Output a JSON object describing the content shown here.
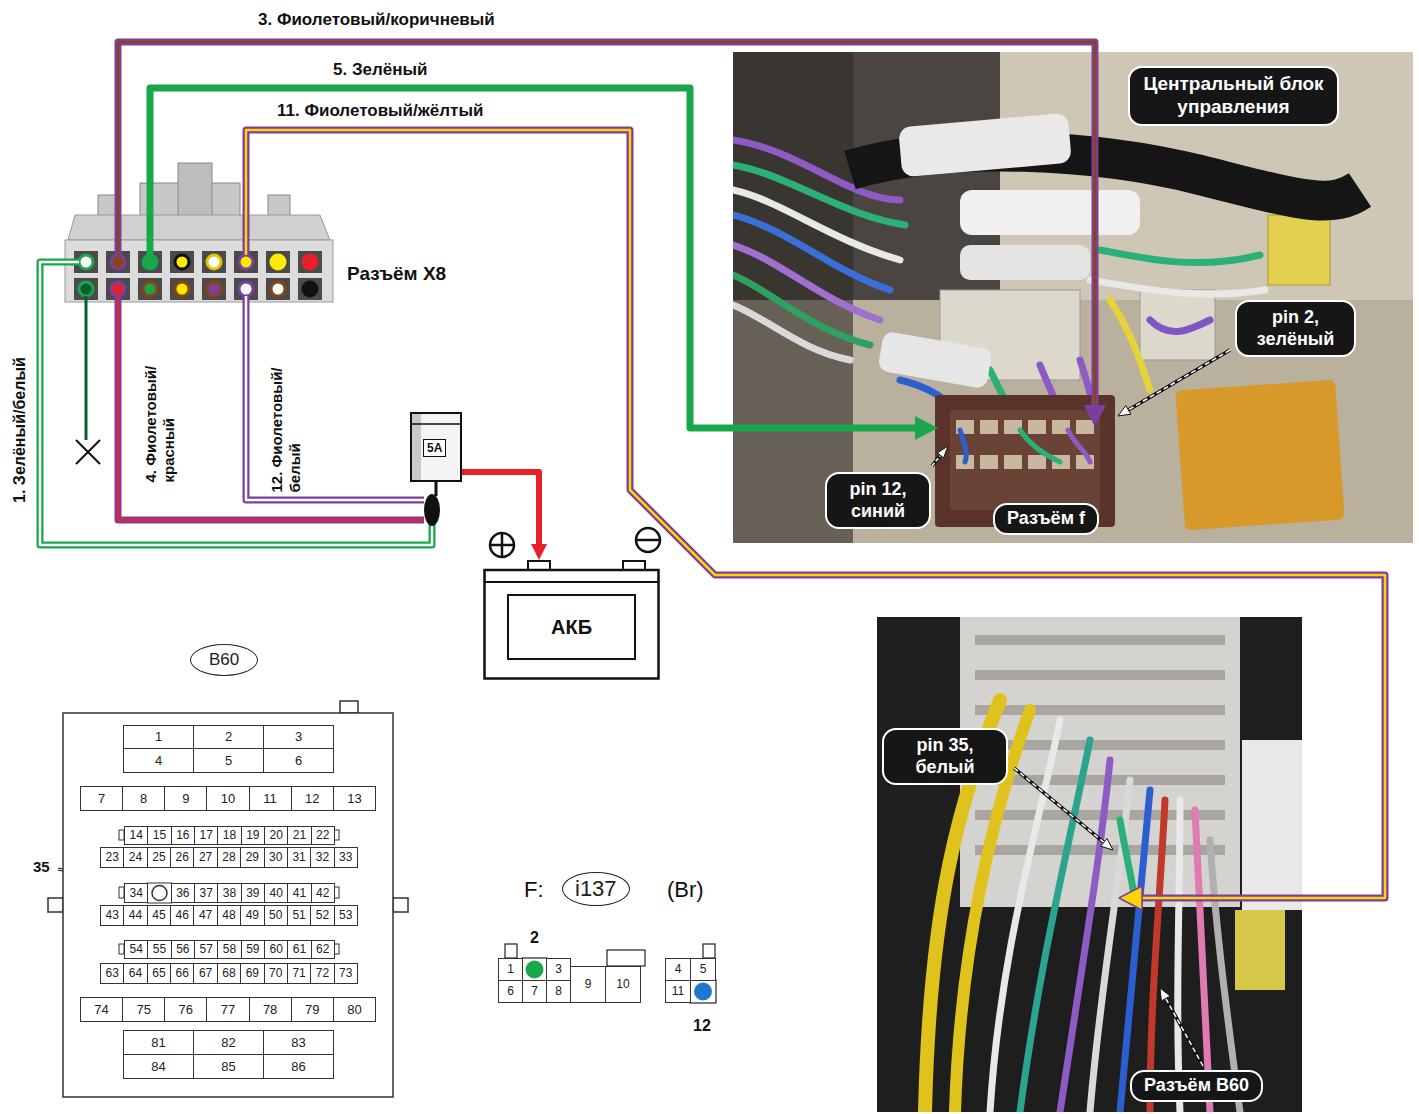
{
  "diagram": {
    "nodes": [
      {
        "text": [
          "Центральный блок управления"
        ]
      },
      {
        "text": [
          "pin 2, зелёный"
        ]
      },
      {
        "text": [
          "pin 12, синий"
        ]
      },
      {
        "text": [
          "Разъём f"
        ]
      },
      {
        "text": [
          "5A"
        ]
      },
      {
        "text": [
          "АКБ"
        ]
      },
      {
        "text": [
          "B60"
        ]
      },
      {
        "text": [
          "pin 35, белый"
        ]
      },
      {
        "text": [
          "i137"
        ]
      },
      {
        "text": [
          "Разъём B60"
        ]
      }
    ],
    "edges": [
      {
        "from": 4,
        "to": 5,
        "arrow": "to"
      }
    ],
    "labels": [
      "3. Фиолетовый/коричневый",
      "5. Зелёный",
      "11. Фиолетовый/жёлтый",
      "Разъём X8",
      "1. Зелёный/белый",
      "4. Фиолетовый/ красный",
      "12. Фиолетовый/ белый",
      "35",
      "1",
      "2",
      "3",
      "4",
      "5",
      "6",
      "7",
      "8",
      "9",
      "10",
      "11",
      "12",
      "13",
      "14",
      "15",
      "16",
      "17",
      "18",
      "19",
      "20",
      "21",
      "22",
      "23",
      "24",
      "25",
      "26",
      "27",
      "28",
      "29",
      "30",
      "31",
      "32",
      "33",
      "34",
      "36",
      "37",
      "38",
      "39",
      "40",
      "41",
      "42",
      "43",
      "44",
      "45",
      "46",
      "47",
      "48",
      "49",
      "50",
      "51",
      "52",
      "53",
      "54",
      "55",
      "56",
      "57",
      "58",
      "59",
      "60",
      "61",
      "62",
      "63",
      "64",
      "65",
      "66",
      "67",
      "68",
      "69",
      "70",
      "71",
      "72",
      "73",
      "74",
      "75",
      "76",
      "77",
      "78",
      "79",
      "80",
      "81",
      "82",
      "83",
      "84",
      "85",
      "86",
      "F:",
      "(Br)",
      "2",
      "1",
      "3",
      "4",
      "5",
      "6",
      "7",
      "8",
      "9",
      "10",
      "11",
      "12"
    ]
  }
}
